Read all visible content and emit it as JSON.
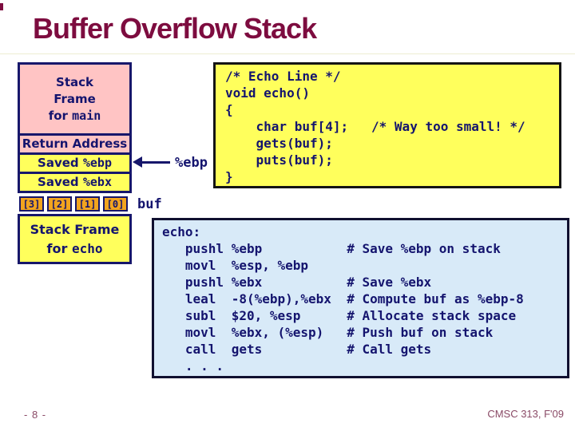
{
  "slide": {
    "title": "Buffer Overflow Stack",
    "page_number": "- 8 -",
    "footer": "CMSC 313, F'09"
  },
  "colors": {
    "title_maroon": "#7D0C3F",
    "diagram_navy": "#17176B",
    "pink": "#FFC4C4",
    "yellow": "#FFFF5C",
    "orange": "#F2A41E",
    "pale_blue": "#D8EAF8",
    "footer_text": "#8A4A66"
  },
  "stack_diagram": {
    "main_frame": {
      "line1": "Stack",
      "line2": "Frame",
      "for_prefix": "for ",
      "for_code": "main"
    },
    "return_address_label": "Return Address",
    "saved_ebp": {
      "prefix": "Saved ",
      "register": "%ebp"
    },
    "saved_ebx": {
      "prefix": "Saved ",
      "register": "%ebx"
    },
    "buf_cells": [
      "[3]",
      "[2]",
      "[1]",
      "[0]"
    ],
    "buf_label": "buf",
    "ebp_pointer_label": "%ebp",
    "echo_frame": {
      "line1": "Stack Frame",
      "for_prefix": "for ",
      "for_code": "echo"
    }
  },
  "c_code_box": {
    "code": "/* Echo Line */\nvoid echo()\n{\n    char buf[4];   /* Way too small! */\n    gets(buf);\n    puts(buf);\n}"
  },
  "asm_code_box": {
    "code": "echo:\n   pushl %ebp           # Save %ebp on stack\n   movl  %esp, %ebp\n   pushl %ebx           # Save %ebx\n   leal  -8(%ebp),%ebx  # Compute buf as %ebp-8\n   subl  $20, %esp      # Allocate stack space\n   movl  %ebx, (%esp)   # Push buf on stack\n   call  gets           # Call gets\n   . . ."
  }
}
